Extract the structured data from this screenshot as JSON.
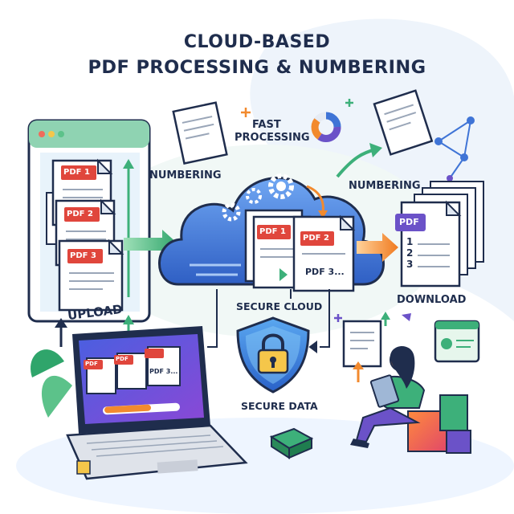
{
  "title": {
    "line1": "CLOUD-BASED",
    "line2": "PDF PROCESSING & NUMBERING"
  },
  "labels": {
    "fast": "FAST",
    "processing": "PROCESSING",
    "numbering_left": "NUMBERING",
    "numbering_right": "NUMBERING",
    "upload": "UPLOAD",
    "secure_cloud": "SECURE CLOUD",
    "download": "DOWNLOAD",
    "secure_data": "SECURE DATA"
  },
  "docs": {
    "left": [
      "PDF 1",
      "PDF 2",
      "PDF 3"
    ],
    "cloud": [
      "PDF 1",
      "PDF 2",
      "PDF 3..."
    ],
    "laptop": [
      "PDF",
      "PDF",
      "PDF 3..."
    ],
    "output_tag": "PDF",
    "output_numbers": [
      "1",
      "2",
      "3"
    ]
  },
  "colors": {
    "navy": "#1f2d4d",
    "cloud_blue": "#3f74d6",
    "red_tag": "#e0463c",
    "green_arrow": "#3db07a",
    "orange_arrow": "#f28a2e",
    "purple": "#6b52c8"
  }
}
